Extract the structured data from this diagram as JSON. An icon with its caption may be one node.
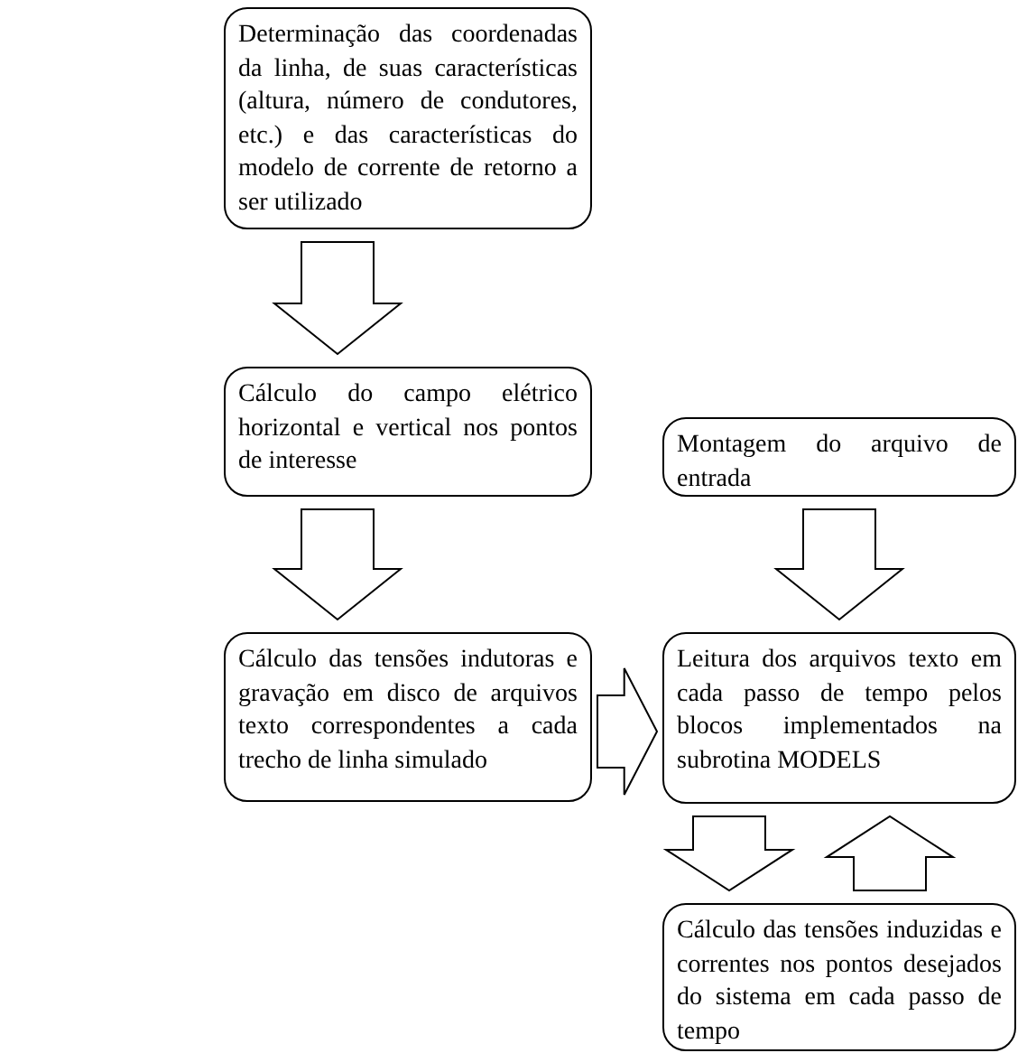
{
  "diagram": {
    "nodes": [
      {
        "text": [
          "Determinação das coordenadas da linha, de suas características (altura, número de condutores, etc.) e das características do modelo de corrente de retorno a ser utilizado"
        ]
      },
      {
        "text": [
          "Cálculo do campo elétrico horizontal e vertical nos pontos de interesse"
        ]
      },
      {
        "text": [
          "Cálculo das tensões indutoras e gravação em disco de arquivos texto correspondentes a cada trecho de linha simulado"
        ]
      },
      {
        "text": [
          "Montagem do arquivo de entrada"
        ]
      },
      {
        "text": [
          "Leitura dos arquivos texto em cada passo de tempo pelos blocos implementados na subrotina MODELS"
        ]
      },
      {
        "text": [
          "Cálculo das tensões induzidas e correntes nos pontos desejados do sistema em cada passo de tempo"
        ]
      }
    ],
    "edges": [
      {
        "from": 0,
        "to": 1,
        "arrow": "to"
      },
      {
        "from": 1,
        "to": 2,
        "arrow": "to"
      },
      {
        "from": 2,
        "to": 4,
        "arrow": "to"
      },
      {
        "from": 3,
        "to": 4,
        "arrow": "to"
      },
      {
        "from": 4,
        "to": 5,
        "arrow": "to"
      },
      {
        "from": 5,
        "to": 4,
        "arrow": "to"
      }
    ]
  }
}
